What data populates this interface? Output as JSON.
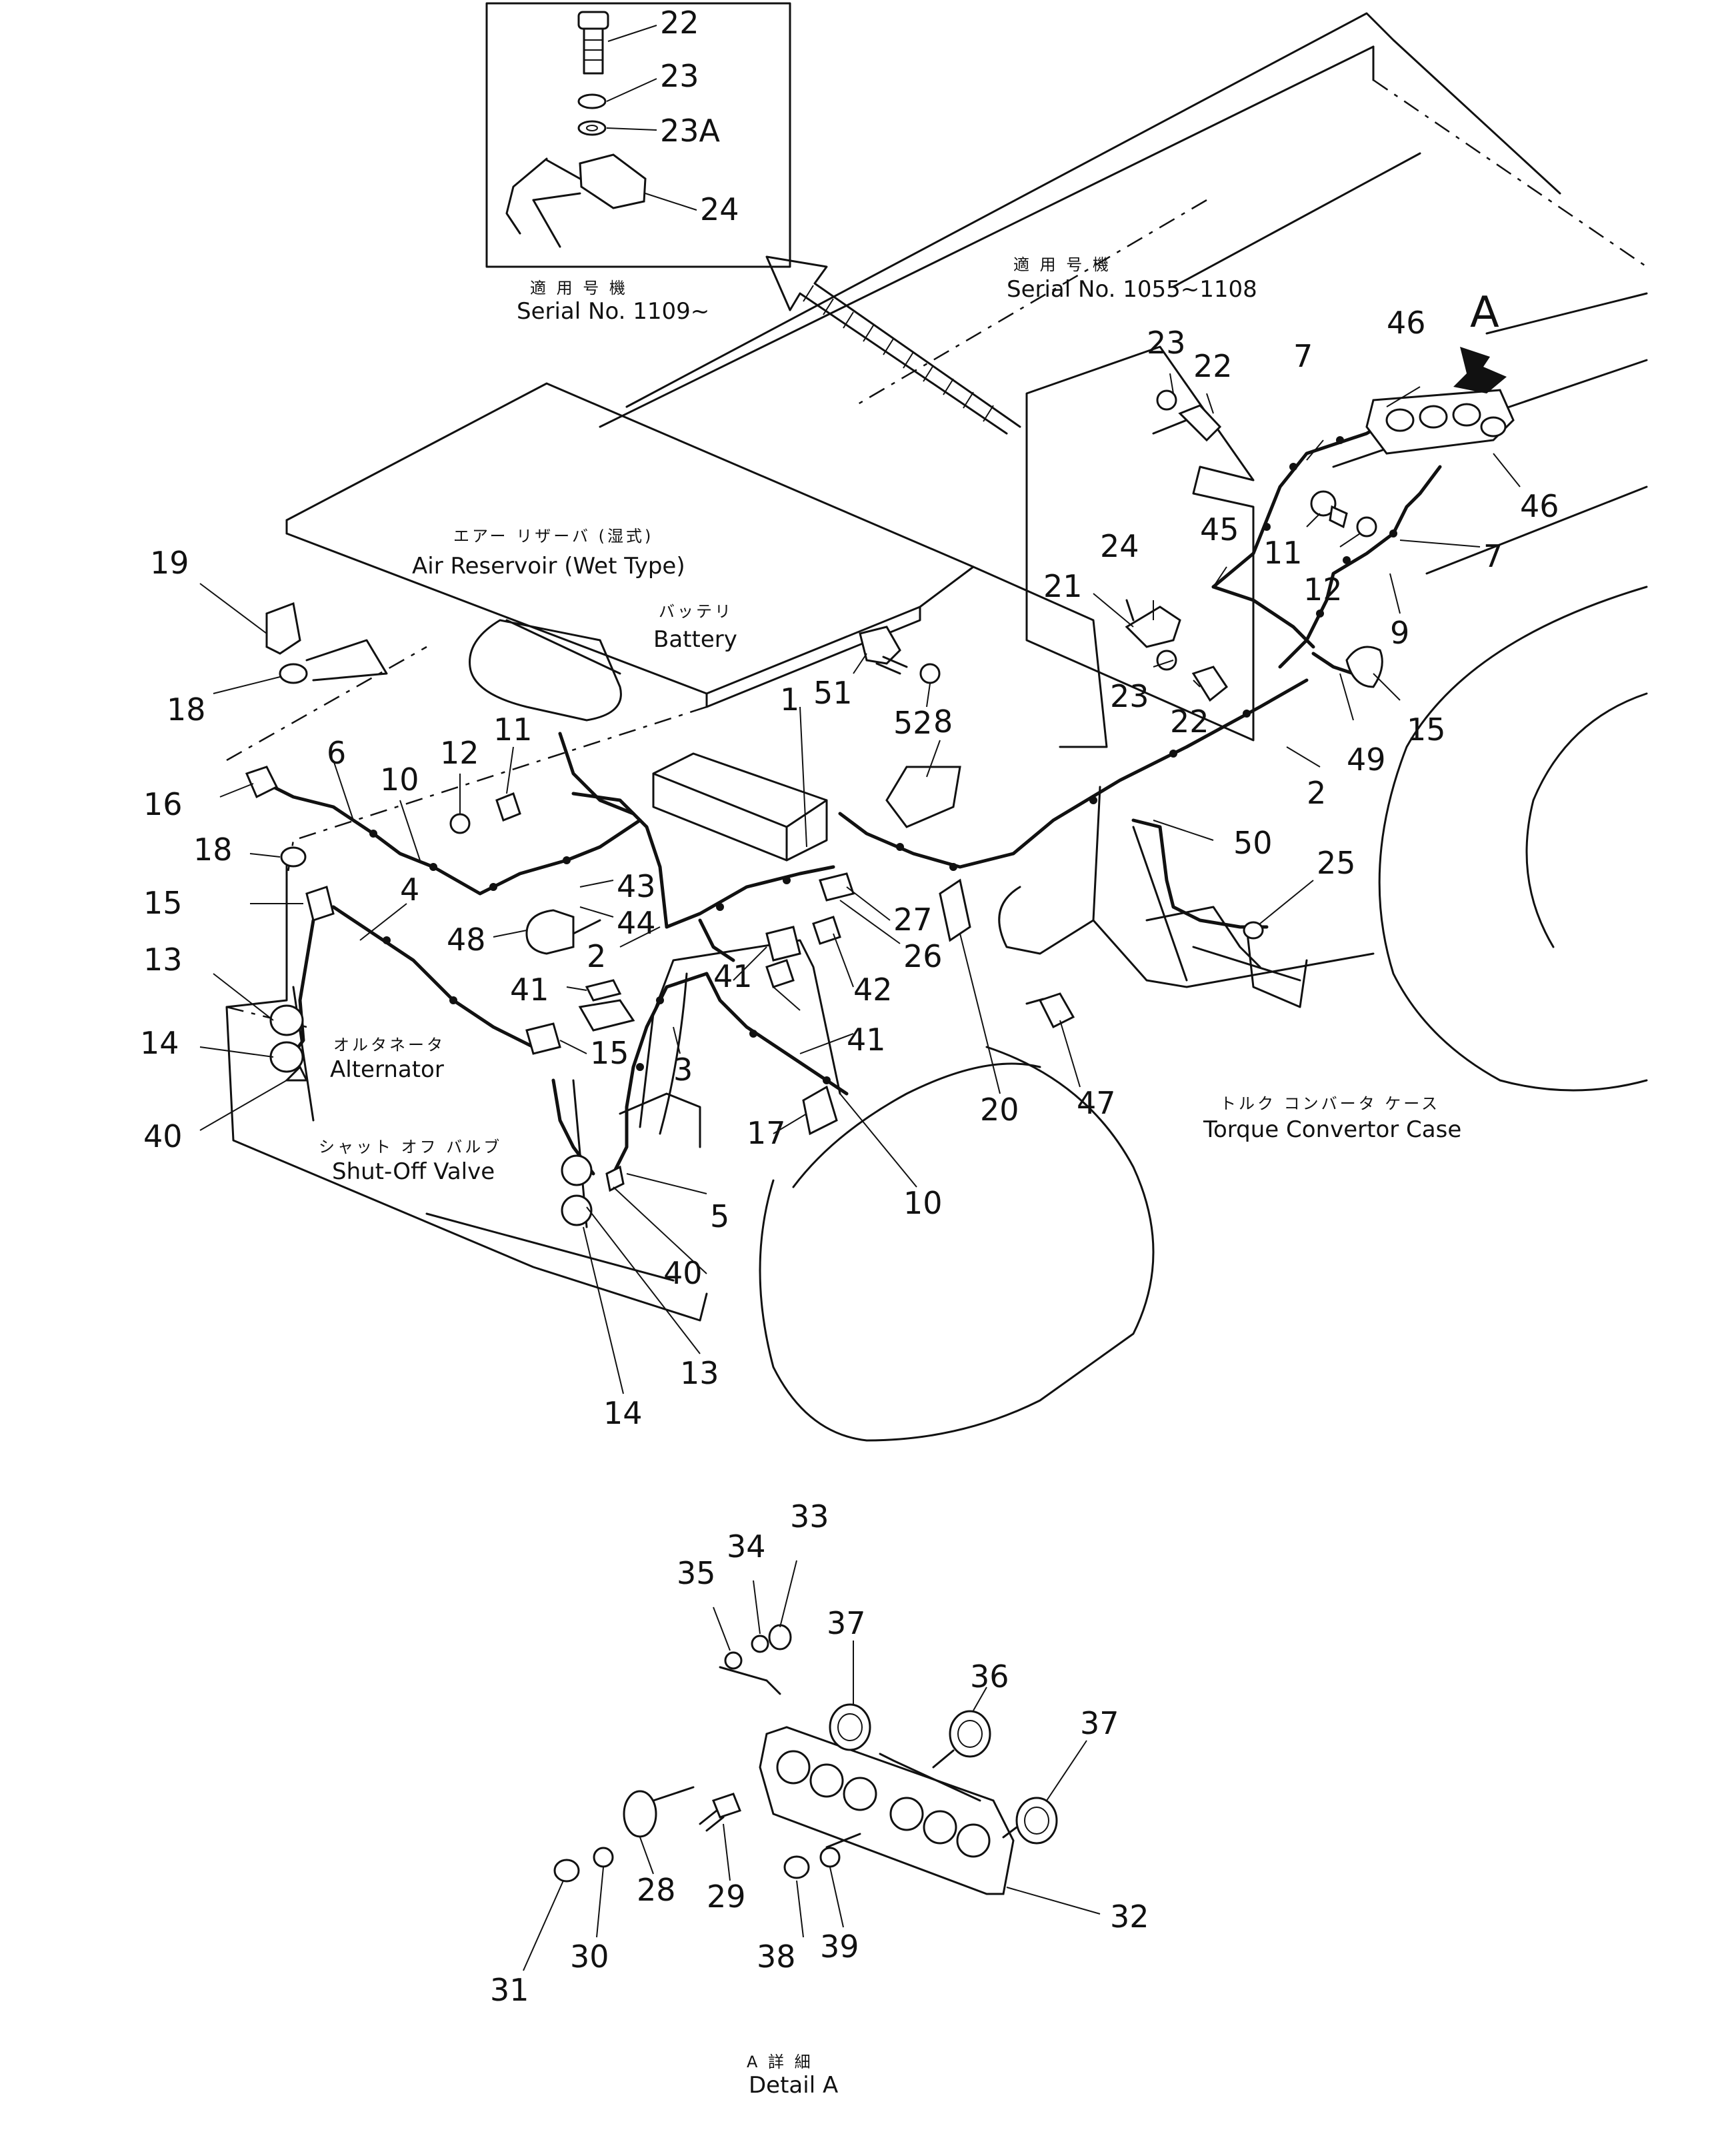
{
  "inset": {
    "jp": "適 用 号 機",
    "serial": "Serial No. 1109~",
    "labels": [
      "22",
      "23",
      "23A",
      "24"
    ]
  },
  "serial_right": {
    "jp": "適 用 号 機",
    "serial": "Serial No. 1055~1108"
  },
  "view_marker": "A",
  "captions": {
    "air_reservoir_jp": "エアー リザーバ (湿式)",
    "air_reservoir": "Air Reservoir (Wet Type)",
    "battery_jp": "バッテリ",
    "battery": "Battery",
    "alternator_jp": "オルタネータ",
    "alternator": "Alternator",
    "shutoff_jp": "シャット オフ バルブ",
    "shutoff": "Shut-Off Valve",
    "torque_jp": "トルク コンバータ ケース",
    "torque": "Torque Convertor Case",
    "detail_jp": "A 詳 細",
    "detail": "Detail A"
  },
  "main_labels": [
    "46",
    "7",
    "23",
    "22",
    "46",
    "45",
    "11",
    "12",
    "7",
    "24",
    "21",
    "9",
    "23",
    "22",
    "15",
    "49",
    "19",
    "51",
    "52",
    "8",
    "1",
    "2",
    "18",
    "6",
    "12",
    "11",
    "16",
    "10",
    "50",
    "25",
    "18",
    "43",
    "4",
    "15",
    "44",
    "48",
    "27",
    "2",
    "26",
    "13",
    "41",
    "41",
    "42",
    "14",
    "15",
    "41",
    "3",
    "20",
    "47",
    "40",
    "17",
    "10",
    "5",
    "40",
    "13",
    "14"
  ],
  "detail_labels": [
    "33",
    "34",
    "35",
    "37",
    "36",
    "37",
    "28",
    "29",
    "32",
    "38",
    "39",
    "30",
    "31"
  ]
}
